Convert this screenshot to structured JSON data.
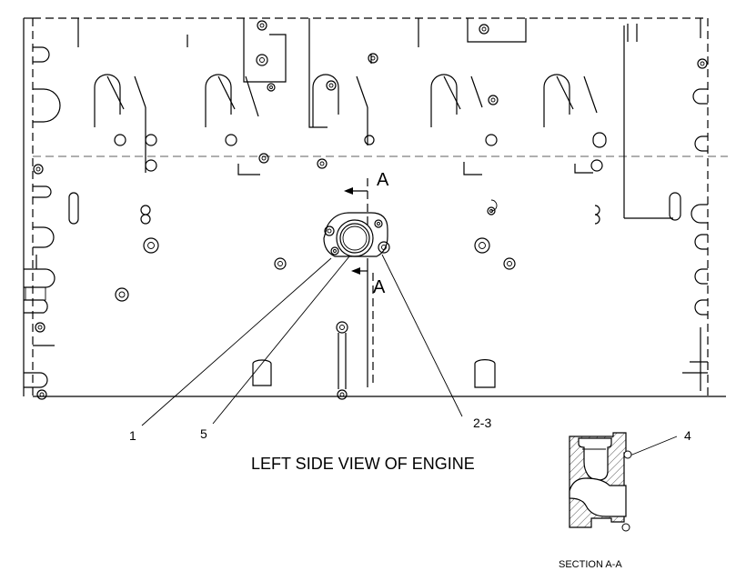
{
  "figure": {
    "view_title": "LEFT SIDE VIEW OF ENGINE",
    "section_title": "SECTION A-A",
    "section_marker": "A",
    "callouts": [
      {
        "id": "callout-1",
        "label": "1"
      },
      {
        "id": "callout-5",
        "label": "5"
      },
      {
        "id": "callout-2-3",
        "label": "2-3"
      },
      {
        "id": "callout-4",
        "label": "4"
      }
    ]
  }
}
